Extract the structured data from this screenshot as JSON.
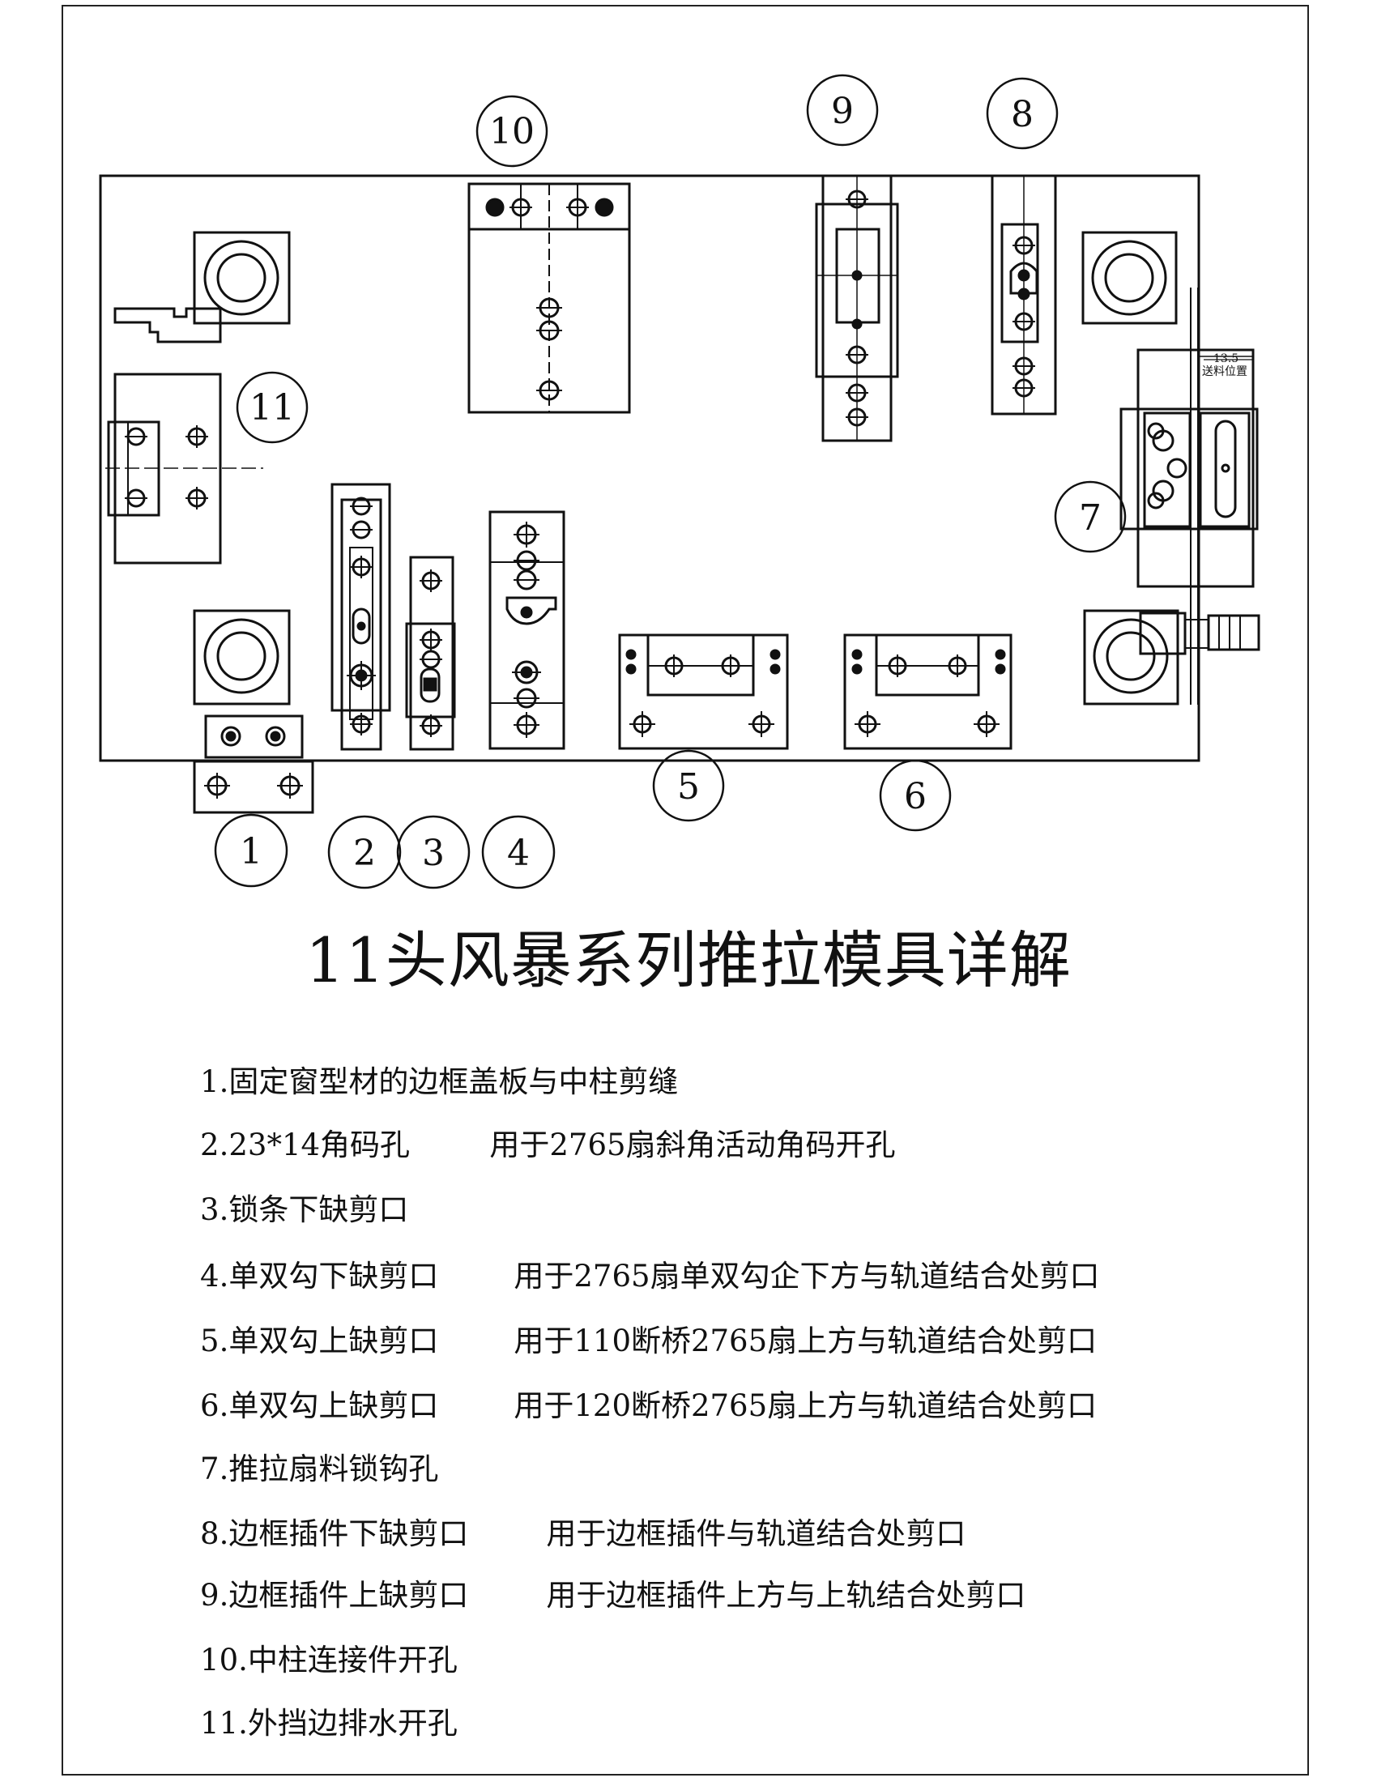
{
  "diagram": {
    "callouts": [
      "1",
      "2",
      "3",
      "4",
      "5",
      "6",
      "7",
      "8",
      "9",
      "10",
      "11"
    ],
    "dimension": {
      "value": "13.5",
      "label": "送料位置"
    }
  },
  "title": "11头风暴系列推拉模具详解",
  "legend": [
    {
      "number": "1.",
      "name": "固定窗型材的边框盖板与中柱剪缝",
      "usage": ""
    },
    {
      "number": "2.",
      "name": "23*14角码孔",
      "usage": "用于2765扇斜角活动角码开孔"
    },
    {
      "number": "3.",
      "name": "锁条下缺剪口",
      "usage": ""
    },
    {
      "number": "4.",
      "name": "单双勾下缺剪口",
      "usage": "用于2765扇单双勾企下方与轨道结合处剪口"
    },
    {
      "number": "5.",
      "name": "单双勾上缺剪口",
      "usage": "用于110断桥2765扇上方与轨道结合处剪口"
    },
    {
      "number": "6.",
      "name": "单双勾上缺剪口",
      "usage": "用于120断桥2765扇上方与轨道结合处剪口"
    },
    {
      "number": "7.",
      "name": "推拉扇料锁钩孔",
      "usage": ""
    },
    {
      "number": "8.",
      "name": "边框插件下缺剪口",
      "usage": "用于边框插件与轨道结合处剪口"
    },
    {
      "number": "9.",
      "name": "边框插件上缺剪口",
      "usage": "用于边框插件上方与上轨结合处剪口"
    },
    {
      "number": "10.",
      "name": "中柱连接件开孔",
      "usage": ""
    },
    {
      "number": "11.",
      "name": "外挡边排水开孔",
      "usage": ""
    }
  ]
}
